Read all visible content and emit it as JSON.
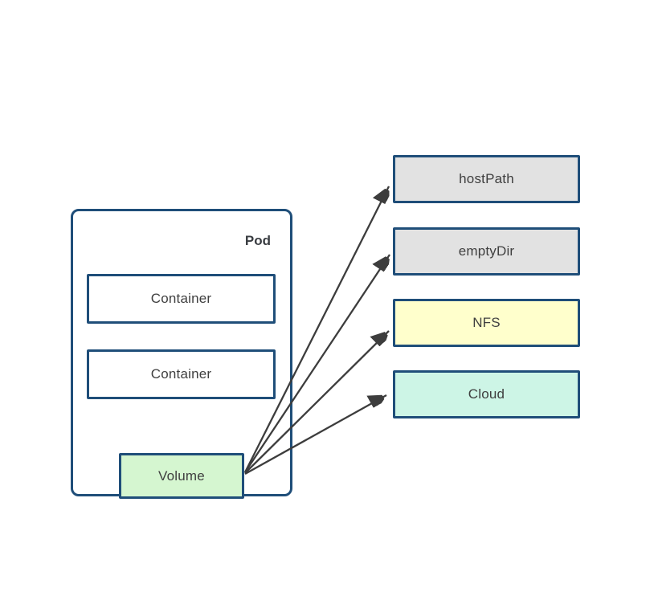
{
  "colors": {
    "border": "#1f4e79",
    "arrow": "#3d3d3d",
    "text": "#3f3f3f",
    "pod_label_text": "#3a3d42",
    "gray_fill": "#e2e2e2",
    "yellow_fill": "#ffffcc",
    "mint_fill": "#cdf5e6",
    "green_fill": "#d5f6d0",
    "white_fill": "#ffffff"
  },
  "pod": {
    "label": "Pod",
    "containers": [
      "Container",
      "Container"
    ],
    "volume_label": "Volume"
  },
  "targets": [
    {
      "label": "hostPath"
    },
    {
      "label": "emptyDir"
    },
    {
      "label": "NFS"
    },
    {
      "label": "Cloud"
    }
  ]
}
